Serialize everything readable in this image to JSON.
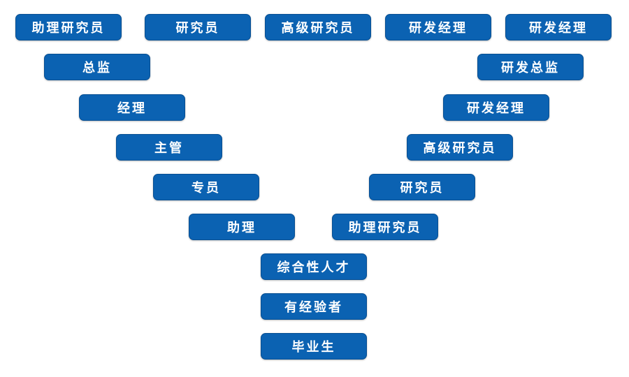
{
  "top_row": [
    {
      "label": "助理研究员"
    },
    {
      "label": "研究员"
    },
    {
      "label": "高级研究员"
    },
    {
      "label": "研发经理"
    },
    {
      "label": "研发经理"
    }
  ],
  "management_path": [
    {
      "label": "总监"
    },
    {
      "label": "经理"
    },
    {
      "label": "主管"
    },
    {
      "label": "专员"
    },
    {
      "label": "助理"
    }
  ],
  "rd_path": [
    {
      "label": "研发总监"
    },
    {
      "label": "研发经理"
    },
    {
      "label": "高级研究员"
    },
    {
      "label": "研究员"
    },
    {
      "label": "助理研究员"
    }
  ],
  "base": [
    {
      "label": "综合性人才"
    },
    {
      "label": "有经验者"
    },
    {
      "label": "毕业生"
    }
  ],
  "colors": {
    "box_fill": "#0b62b2",
    "box_border": "#084f92",
    "text": "#ffffff",
    "background": "#ffffff"
  }
}
